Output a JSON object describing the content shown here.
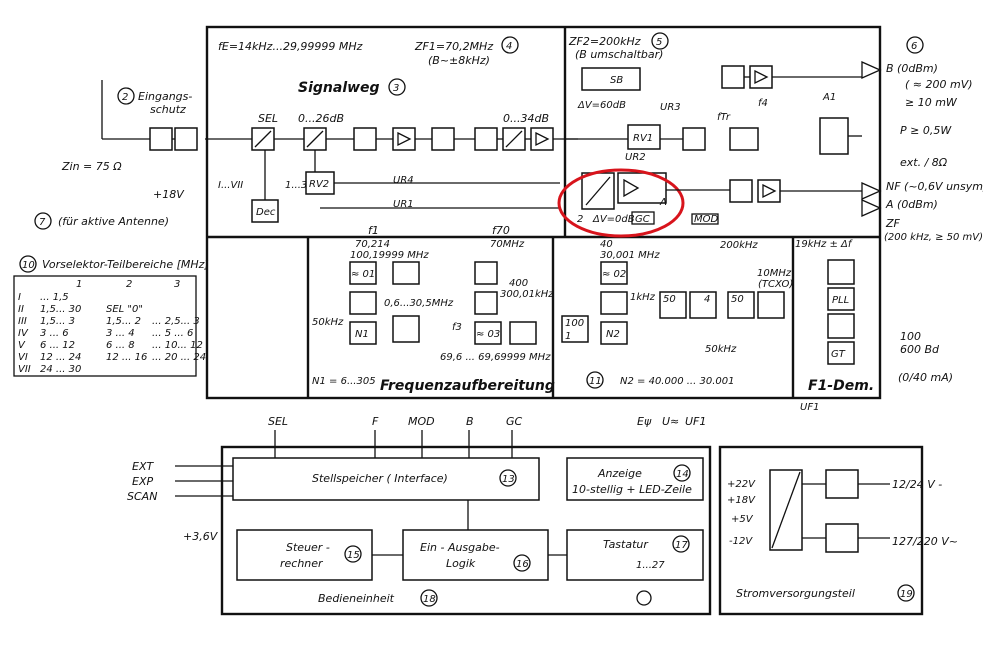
{
  "signal_path": {
    "title": "Signalweg",
    "title_num": "3",
    "freq_range": "fE=14kHz...29,99999 MHz",
    "zf1": "ZF1=70,2MHz",
    "zf1_num": "4",
    "zf1_bw": "(B~±8kHz)",
    "atten1": "0...26dB",
    "atten2": "0...34dB",
    "sel_label": "SEL",
    "range_label": "I...VII",
    "range_13": "1...3",
    "rv2": "RV2",
    "dec": "Dec",
    "ur4": "UR4",
    "ur1": "UR1"
  },
  "input": {
    "label_num": "2",
    "label": "Eingangs-",
    "label2": "schutz",
    "zin": "Zin = 75 Ω",
    "supply": "+18V",
    "active_num": "7",
    "active_label": "(für aktive Antenne)"
  },
  "zf2": {
    "title": "ZF2=200kHz",
    "title_num": "5",
    "subtitle": "(B umschaltbar)",
    "sb": "SB",
    "dv60": "ΔV=60dB",
    "ur3": "UR3",
    "ur2": "UR2",
    "rv1": "RV1",
    "dv0": "ΔV=0dB",
    "gc": "GC",
    "mod": "MOD",
    "num2": "2",
    "a_label": "A",
    "ftr": "fTr",
    "f4": "f4"
  },
  "outputs": {
    "num": "6",
    "b": "B (0dBm)",
    "headphones": "( ≈ 200 mV)",
    "speaker_int": "≥ 10 mW",
    "speaker": "P ≥ 0,5W",
    "ext": "ext. / 8Ω",
    "nf": "NF (~0,6V unsym)",
    "a": "A (0dBm)",
    "zf": "ZF",
    "zf_detail": "(200 kHz, ≥ 50 mV)",
    "a1": "A1"
  },
  "preselector": {
    "title_num": "10",
    "title": "Vorselektor-Teilbereiche [MHz]",
    "cols": [
      "1",
      "2",
      "3"
    ],
    "rows": [
      {
        "range": "I",
        "c1": "... 1,5",
        "c2": "",
        "c3": ""
      },
      {
        "range": "II",
        "c1": "1,5... 30",
        "c2": "SEL \"0\"",
        "c3": ""
      },
      {
        "range": "III",
        "c1": "1,5... 3",
        "c2": "1,5... 2",
        "c3": "... 2,5... 3"
      },
      {
        "range": "IV",
        "c1": "3 ... 6",
        "c2": "3 ... 4",
        "c3": "... 5 ... 6"
      },
      {
        "range": "V",
        "c1": "6 ... 12",
        "c2": "6 ... 8",
        "c3": "... 10... 12"
      },
      {
        "range": "VI",
        "c1": "12 ... 24",
        "c2": "12 ... 16",
        "c3": "... 20 ... 24"
      },
      {
        "range": "VII",
        "c1": "24 ... 30",
        "c2": "",
        "c3": ""
      }
    ]
  },
  "freq_prep": {
    "title": "Frequenzaufbereitung",
    "f1": "f1",
    "f70": "f70",
    "f1_val": "70,214",
    "f1_val2": "100,19999 MHz",
    "f70_val": "70MHz",
    "f01": "≈ 01",
    "f03": "≈ 03",
    "f02": "≈ 02",
    "range06": "0,6...30,5MHz",
    "f3": "f3",
    "khz50": "50kHz",
    "n1": "N1",
    "n1_range": "N1 = 6...305",
    "n2": "N2",
    "n2_range": "N2 = 40.000 ... 30.001",
    "sub_num": "11",
    "f400": "400",
    "f400b": "300,01kHz",
    "f696": "69,6 ... 69,69999 MHz",
    "f40": "40",
    "f30": "30,001 MHz",
    "khz200": "200kHz",
    "khz1": "1kHz",
    "khz50b": "50kHz",
    "tcxo": "10MHz",
    "tcxo2": "(TCXO)",
    "div100": "100",
    "div50": "50",
    "div4": "4",
    "div50b": "50",
    "one": "1"
  },
  "f1dem": {
    "title": "F1-Dem.",
    "input": "19kHz ± Δf",
    "pll": "PLL",
    "gt": "GT",
    "uf1": "UF1",
    "baud": "100",
    "baud2": "600 Bd",
    "current": "(0/40 mA)"
  },
  "control": {
    "sel": "SEL",
    "f": "F",
    "mod": "MOD",
    "b": "B",
    "gc": "GC",
    "ee": "Eψ",
    "uz": "U≈",
    "uf1": "UF1",
    "ext": "EXT",
    "exp": "EXP",
    "scan": "SCAN",
    "interface": "Stellspeicher ( Interface)",
    "interface_num": "13",
    "display": "Anzeige",
    "display_num": "14",
    "display_sub": "10-stellig + LED-Zeile",
    "cpu": "Steuer -",
    "cpu2": "rechner",
    "cpu_num": "15",
    "io": "Ein - Ausgabe-",
    "io2": "Logik",
    "io_num": "16",
    "keyboard": "Tastatur",
    "keyboard_num": "17",
    "keyboard_range": "1...27",
    "battery": "+3,6V",
    "title": "Bedieneinheit",
    "title_num": "18"
  },
  "power": {
    "title": "Stromversorgungsteil",
    "title_num": "19",
    "v22": "+22V",
    "v18": "+18V",
    "v5": "+5V",
    "v12": "-12V",
    "dc": "12/24 V -",
    "ac": "127/220 V~"
  },
  "colors": {
    "ink": "#111111",
    "highlight": "#d8141c",
    "paper": "#ffffff"
  }
}
